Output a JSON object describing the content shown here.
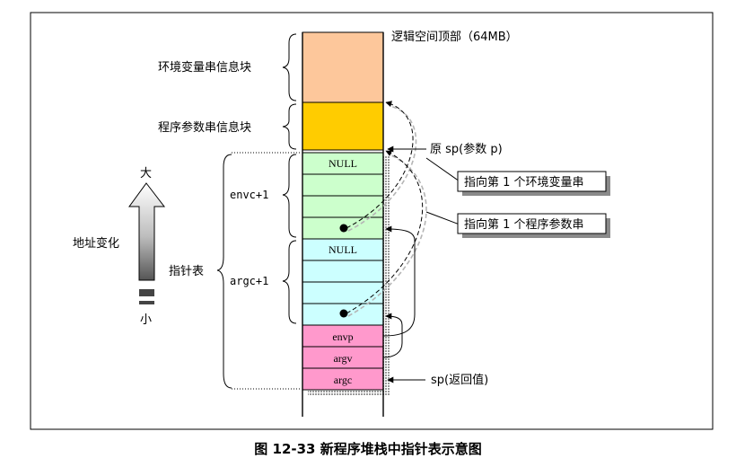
{
  "labels": {
    "top_of_space": "逻辑空间顶部（64MB）",
    "env_block": "环境变量串信息块",
    "arg_block": "程序参数串信息块",
    "orig_sp": "原 sp(参数 p)",
    "env_pointer": "指向第 1 个环境变量串",
    "arg_pointer": "指向第 1 个程序参数串",
    "envc": "envc+1",
    "argc": "argc+1",
    "ptr_table": "指针表",
    "addr_change": "地址变化",
    "big": "大",
    "small": "小",
    "sp_return": "sp(返回值)",
    "caption": "图 12-33 新程序堆栈中指针表示意图"
  },
  "cells": {
    "null_env": "NULL",
    "null_arg": "NULL",
    "envp": "envp",
    "argv": "argv",
    "argc": "argc"
  },
  "colors": {
    "env_block": "#fdc79b",
    "arg_block": "#ffcc00",
    "env_ptr": "#ccffcc",
    "arg_ptr": "#ccffff",
    "params": "#ff99cc",
    "shadow": "#a6a6a6"
  }
}
